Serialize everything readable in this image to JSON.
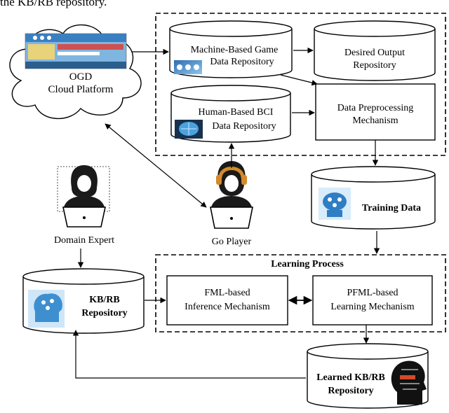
{
  "header": {
    "caption_fragment": "the KB/RB repository."
  },
  "cloud": {
    "title": "OGD",
    "subtitle": "Cloud Platform"
  },
  "repositories": {
    "machine_game": {
      "line1": "Machine-Based Game",
      "line2": "Data Repository"
    },
    "desired_output": {
      "line1": "Desired Output",
      "line2": "Repository"
    },
    "human_bci": {
      "line1": "Human-Based BCI",
      "line2": "Data Repository"
    },
    "training_data": {
      "label": "Training Data"
    },
    "kb_rb": {
      "line1": "KB/RB",
      "line2": "Repository"
    },
    "learned_kb_rb": {
      "line1": "Learned KB/RB",
      "line2": "Repository"
    }
  },
  "processes": {
    "preprocessing": {
      "line1": "Data Preprocessing",
      "line2": "Mechanism"
    },
    "fml_inference": {
      "line1": "FML-based",
      "line2": "Inference Mechanism"
    },
    "pfml_learning": {
      "line1": "PFML-based",
      "line2": "Learning Mechanism"
    }
  },
  "groups": {
    "learning_process": "Learning Process"
  },
  "actors": {
    "domain_expert": "Domain Expert",
    "go_player": "Go Player"
  },
  "colors": {
    "stroke": "#000000",
    "icon_blue": "#5aa0d8",
    "icon_dark": "#1a2a3a",
    "banner_blue": "#3a7fc0"
  }
}
